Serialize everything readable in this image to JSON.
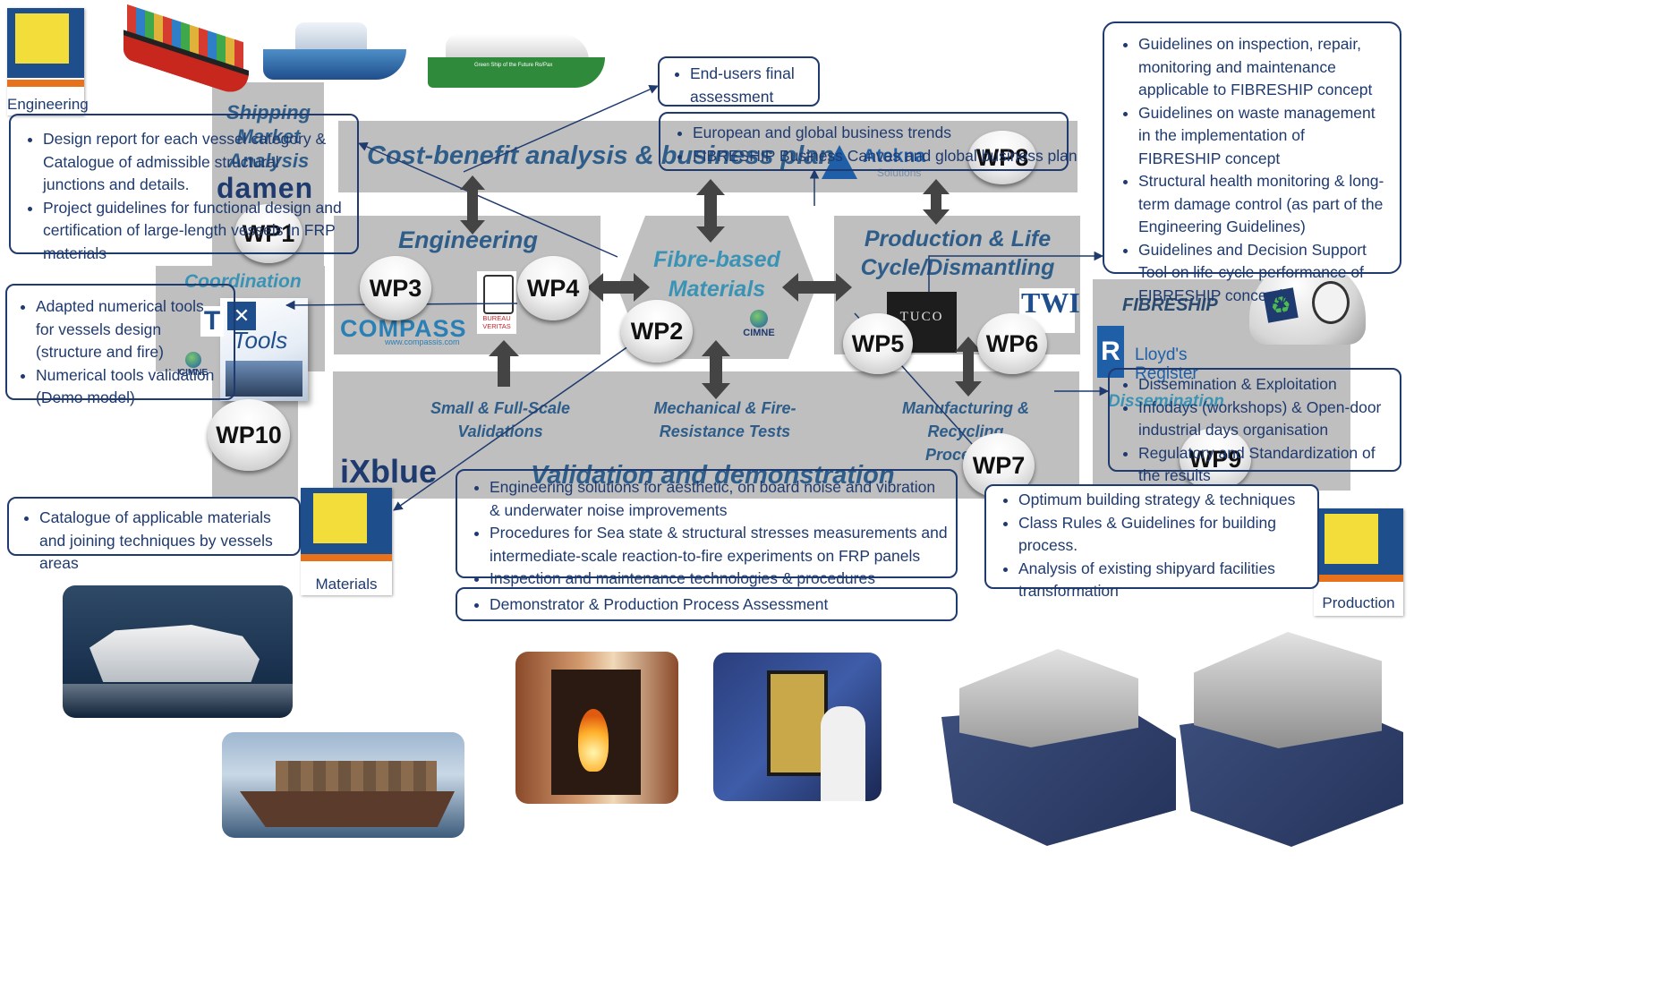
{
  "panels": {
    "shipping": "Shipping Market Analysis",
    "cost_benefit": "Cost-benefit analysis & business plan",
    "engineering": "Engineering",
    "fibre": "Fibre-based Materials",
    "production": "Production & Life Cycle/Dismantling",
    "coordination": "Coordination",
    "validation": "Validation and demonstration",
    "fibreship": "FIBRESHIP",
    "dissemination": "Dissemination"
  },
  "sublabels": {
    "small_full": "Small & Full-Scale Validations",
    "mechanical": "Mechanical & Fire-Resistance Tests",
    "manufacturing": "Manufacturing & Recycling Processes"
  },
  "work_packages": [
    "WP1",
    "WP2",
    "WP3",
    "WP4",
    "WP5",
    "WP6",
    "WP7",
    "WP8",
    "WP9",
    "WP10"
  ],
  "boxes": {
    "wp1": [
      "Design report for each vessel category & Catalogue of admissible structural junctions and details.",
      "Project guidelines for functional design and certification of large-length vessels in FRP materials"
    ],
    "end_users": [
      "End-users final assessment"
    ],
    "business": [
      "European and global business trends",
      "FIBRESHIP Business Canvas and global business plan"
    ],
    "guidelines": [
      "Guidelines on inspection, repair, monitoring and maintenance applicable to FIBRESHIP concept",
      "Guidelines on waste management in the implementation of FIBRESHIP concept",
      "Structural health monitoring & long-term damage control (as part of the Engineering Guidelines)",
      "Guidelines and Decision Support Tool on life-cycle performance of FIBRESHIP concept)"
    ],
    "tools": [
      "Adapted  numerical tools for vessels design (structure and fire)",
      "Numerical tools validation (Demo model)"
    ],
    "dissemination": [
      "Dissemination & Exploitation",
      "Infodays (workshops) & Open-door industrial days organisation",
      "Regulatory and Standardization of the results"
    ],
    "catalogue": [
      "Catalogue of applicable materials  and joining techniques by vessels areas"
    ],
    "validation": [
      "Engineering solutions for aesthetic, on board noise and vibration & underwater noise improvements",
      "Procedures for Sea state & structural stresses measurements and intermediate-scale reaction-to-fire experiments on FRP panels",
      "Inspection and maintenance technologies & procedures"
    ],
    "building": [
      "Optimum building strategy & techniques",
      "Class Rules & Guidelines for  building process.",
      "Analysis of existing shipyard facilities transformation"
    ],
    "demonstrator": [
      "Demonstrator & Production Process Assessment"
    ]
  },
  "notes": {
    "engineering": "Engineering",
    "materials": "Materials",
    "production": "Production"
  },
  "logos": {
    "damen": "damen",
    "compass": "COMPASS",
    "compass_url": "www.compassis.com",
    "bureau_veritas": "BUREAU VERITAS",
    "cimne": "CIMNE",
    "tools": "Tools",
    "atekena": "Atekna",
    "atekena_sub": "Solutions",
    "tuco": "TUCO",
    "twi": "TWI",
    "lloyds": "Lloyd's Register",
    "ixblue": "iXblue",
    "ship_caption": "Green Ship of the Future  Ro/Pax"
  },
  "colors": {
    "panel": "#bfbfbf",
    "box_border": "#1f3a6e",
    "title_blue": "#2f5d8a",
    "arrow": "#404040"
  }
}
